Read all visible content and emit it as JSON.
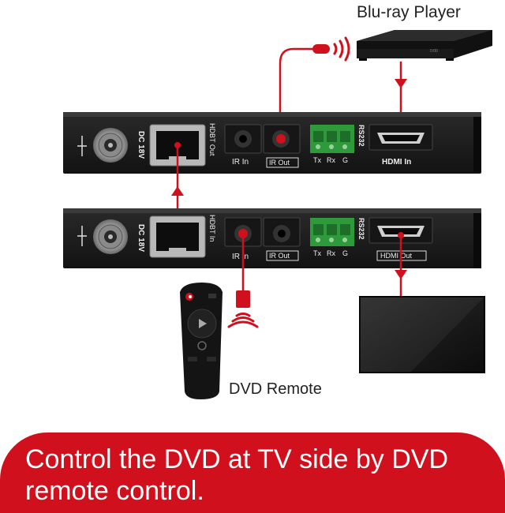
{
  "labels": {
    "bluray_player": "Blu-ray Player",
    "dvd_remote": "DVD Remote",
    "caption": "Control the DVD at TV side by DVD remote control."
  },
  "transmitter_ports": {
    "power": "DC 18V",
    "hdbt": "HDBT Out",
    "ir_in": "IR In",
    "ir_out": "IR Out",
    "rs232": "RS232",
    "rs232_pins": [
      "Tx",
      "Rx",
      "G"
    ],
    "hdmi": "HDMI In"
  },
  "receiver_ports": {
    "power": "DC 18V",
    "hdbt": "HDBT In",
    "ir_in": "IR In",
    "ir_out": "IR Out",
    "rs232": "RS232",
    "rs232_pins": [
      "Tx",
      "Rx",
      "G"
    ],
    "hdmi": "HDMI Out"
  },
  "player_display": "0:00",
  "colors": {
    "accent": "#d0111d",
    "panel": "#1e1e1e",
    "terminal_green": "#2e9a3c",
    "banner_text": "#ffffff"
  },
  "icons": [
    "ir-wave-icon",
    "usb-service-icon",
    "play-icon",
    "tv-icon",
    "remote-icon"
  ]
}
